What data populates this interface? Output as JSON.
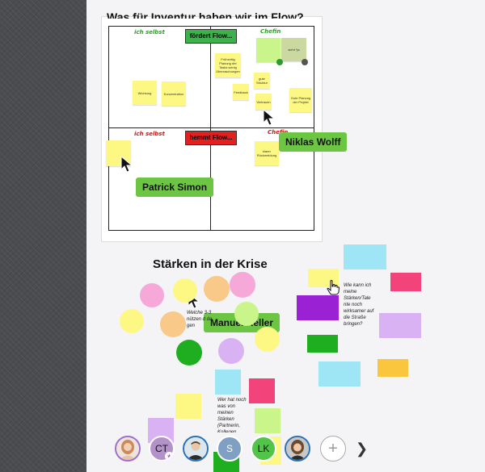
{
  "board": {
    "title": "Was für Inventur haben wir im Flow?",
    "quadrants": [
      {
        "label": "ich selbst",
        "color": "#2fa02a"
      },
      {
        "label": "Chefin",
        "color": "#2fa02a"
      },
      {
        "label": "ich selbst",
        "color": "#d01818"
      },
      {
        "label": "Chefin",
        "color": "#d01818"
      }
    ],
    "banner_top": {
      "label": "fördert Flow...",
      "bg": "#3cb34a"
    },
    "banner_bottom": {
      "label": "hemmt Flow...",
      "bg": "#e22020"
    },
    "notes": [
      {
        "text": "Wichtung"
      },
      {
        "text": "Konzentration"
      },
      {
        "text": "Frühzeitig Planung der Tasks wenig Überraschungen"
      },
      {
        "text": "Feedback"
      },
      {
        "text": "gute Struktur"
      },
      {
        "text": "Vertrauen"
      },
      {
        "text": "Gute Planung der Projekt"
      },
      {
        "text": "klarer Rückmeldung"
      },
      {
        "text": "sieht *ja"
      },
      {
        "text": ""
      }
    ]
  },
  "cursors": [
    {
      "name": "Niklas Wolff"
    },
    {
      "name": "Patrick Simon"
    },
    {
      "name": "Manuel Keller"
    }
  ],
  "section": {
    "title": "Stärken in der Krise",
    "q1": "Welche 3-3 nützen d da gen",
    "q2": "Wie kann ich meine Stärken/Tale nte noch wirksamer auf die Straße bringen?",
    "q3": "Wer hat noch was von meinen Stärken (Partnerin, Kollegen,"
  },
  "colors": {
    "yellow": "#fdf883",
    "pink": "#f6a8d8",
    "orange": "#f9c98a",
    "green": "#1fae1f",
    "lavender": "#d9b2f4",
    "lime": "#c9f58a",
    "cyan": "#9ee6f6",
    "magenta": "#f2437a",
    "purple": "#9a22d4",
    "amber": "#f9c63e"
  },
  "avatars": [
    {
      "initials": "",
      "name": "user-1"
    },
    {
      "initials": "CT"
    },
    {
      "initials": ""
    },
    {
      "initials": "S"
    },
    {
      "initials": "LK"
    },
    {
      "initials": ""
    }
  ]
}
